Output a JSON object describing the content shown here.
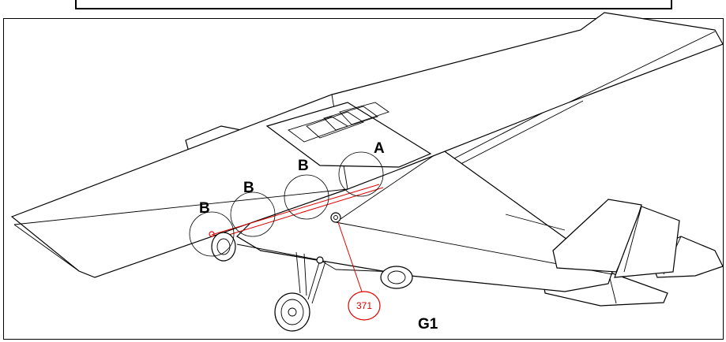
{
  "labels": {
    "a": "A",
    "b1": "B",
    "b2": "B",
    "b3": "B"
  },
  "callout": "371",
  "sheet_id": "G1",
  "colors": {
    "line": "#000000",
    "callout": "#e00000",
    "background": "#ffffff"
  }
}
